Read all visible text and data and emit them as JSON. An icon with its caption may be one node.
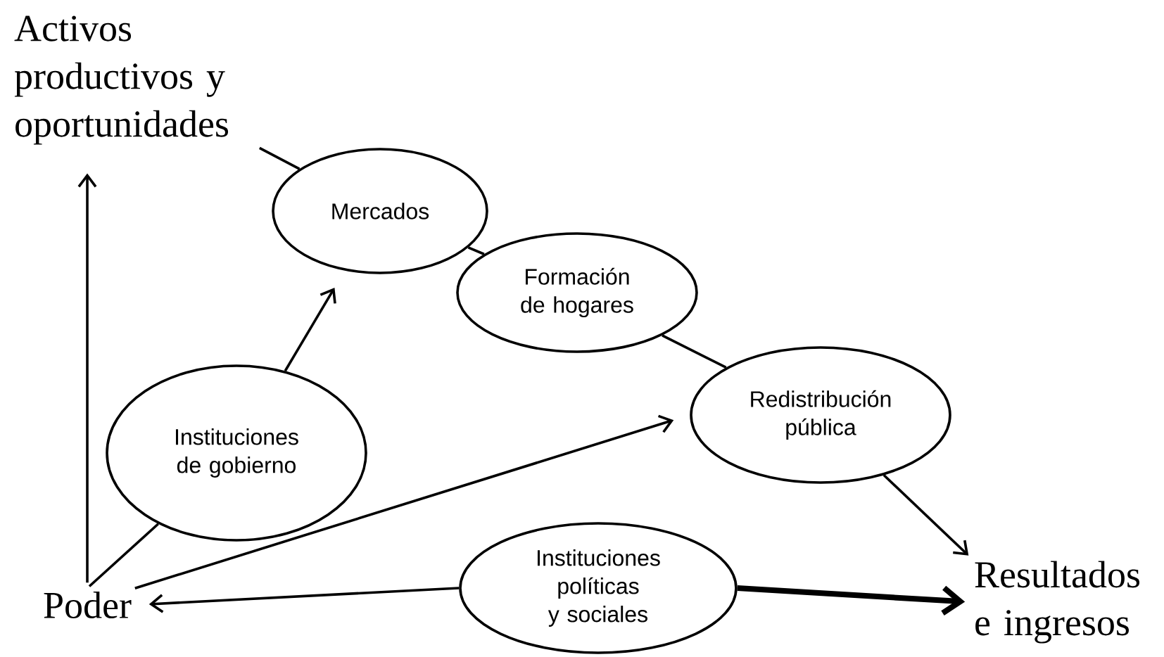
{
  "diagram": {
    "nodes": [
      {
        "text": [
          "Activos productivos y oportunidades"
        ]
      },
      {
        "text": [
          "Mercados"
        ]
      },
      {
        "text": [
          "Formación de hogares"
        ]
      },
      {
        "text": [
          "Redistribución pública"
        ]
      },
      {
        "text": [
          "Instituciones de gobierno"
        ]
      },
      {
        "text": [
          "Poder"
        ]
      },
      {
        "text": [
          "Instituciones políticas y sociales"
        ]
      },
      {
        "text": [
          "Resultados e ingresos"
        ]
      }
    ],
    "edges": [
      {
        "from": 5,
        "to": 0,
        "arrow": "to"
      },
      {
        "from": 0,
        "to": 1,
        "arrow": "none"
      },
      {
        "from": 1,
        "to": 2,
        "arrow": "none"
      },
      {
        "from": 2,
        "to": 3,
        "arrow": "none"
      },
      {
        "from": 3,
        "to": 7,
        "arrow": "to"
      },
      {
        "from": 4,
        "to": 1,
        "arrow": "to"
      },
      {
        "from": 5,
        "to": 3,
        "arrow": "to"
      },
      {
        "from": 5,
        "to": 4,
        "arrow": "none"
      },
      {
        "from": 6,
        "to": 5,
        "arrow": "to"
      },
      {
        "from": 6,
        "to": 7,
        "arrow": "to",
        "style": "thick"
      }
    ]
  }
}
